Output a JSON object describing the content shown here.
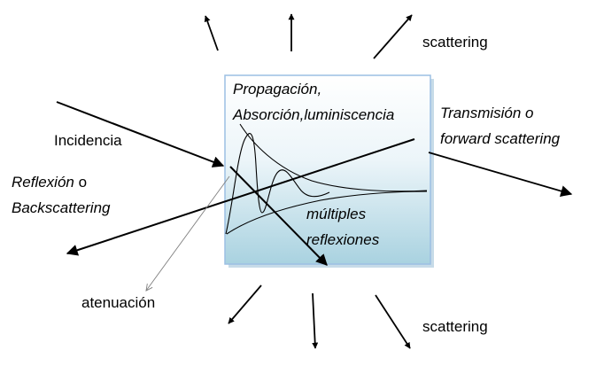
{
  "labels": {
    "propagation": "Propagación,",
    "absorption": "Absorción,luminiscencia",
    "transmission": "Transmisión o",
    "forward_scattering": "forward scattering",
    "incidence": "Incidencia",
    "reflection_word": "Reflexión",
    "reflection_conj": "o",
    "backscattering": "Backscattering",
    "multiple": "múltiples",
    "reflections": "reflexiones",
    "attenuation": "atenuación",
    "scattering_top": "scattering",
    "scattering_bottom": "scattering"
  },
  "colors": {
    "box_gradient_top": "#ffffff",
    "box_gradient_bottom": "#a9d2e0",
    "box_border": "#9cbfe3",
    "line": "#000000",
    "attenuation_line": "#7f7f7f"
  }
}
